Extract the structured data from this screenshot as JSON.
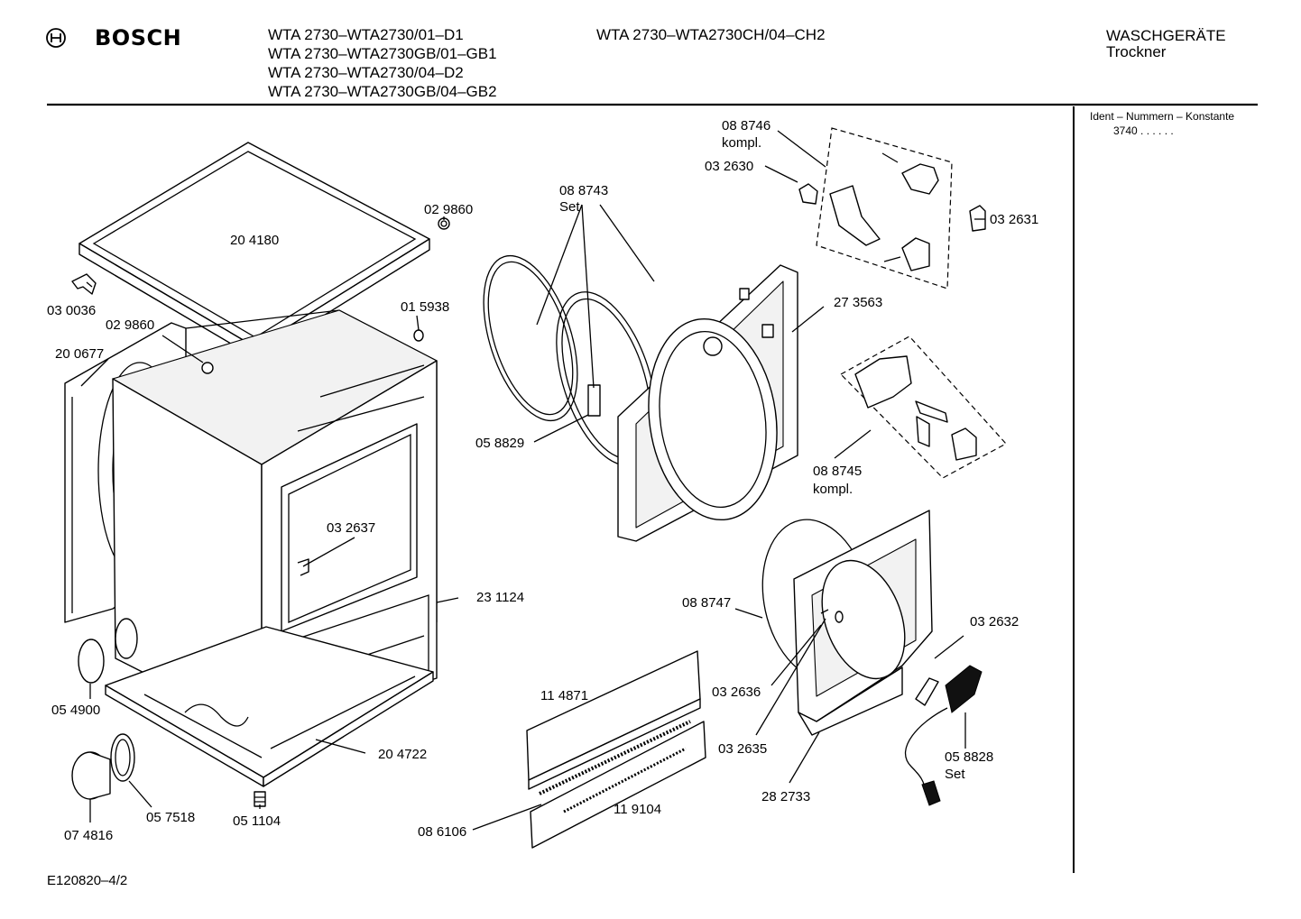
{
  "header": {
    "brand": "BOSCH",
    "models_left": [
      "WTA 2730–WTA2730/01–D1",
      "WTA 2730–WTA2730GB/01–GB1",
      "WTA 2730–WTA2730/04–D2",
      "WTA 2730–WTA2730GB/04–GB2"
    ],
    "model_center": "WTA 2730–WTA2730CH/04–CH2",
    "category": "WASCHGERÄTE",
    "subcategory": "Trockner"
  },
  "sidebar": {
    "ident_label": "Ident – Nummern – Konstante",
    "ident_value": "3740 . .  . . . ."
  },
  "footer": {
    "drawing_id": "E120820–4/2"
  },
  "parts": {
    "p204180": "20 4180",
    "p029860a": "02 9860",
    "p030036": "03 0036",
    "p029860b": "02 9860",
    "p015938": "01 5938",
    "p200677": "20 0677",
    "p032637": "03 2637",
    "p231124": "23 1124",
    "p054900": "05 4900",
    "p204722": "20 4722",
    "p057518": "05 7518",
    "p051104": "05 1104",
    "p074816": "07 4816",
    "p088743": "08 8743",
    "p088743s": "Set",
    "p058829": "05 8829",
    "p088746": "08 8746",
    "p088746k": "kompl.",
    "p032630": "03 2630",
    "p032631": "03 2631",
    "p273563": "27 3563",
    "p088745": "08 8745",
    "p088745k": "kompl.",
    "p088747": "08 8747",
    "p032632": "03 2632",
    "p032636": "03 2636",
    "p032635": "03 2635",
    "p058828": "05 8828",
    "p058828s": "Set",
    "p282733": "28 2733",
    "p114871": "11 4871",
    "p119104": "11 9104",
    "p086106": "08 6106"
  }
}
